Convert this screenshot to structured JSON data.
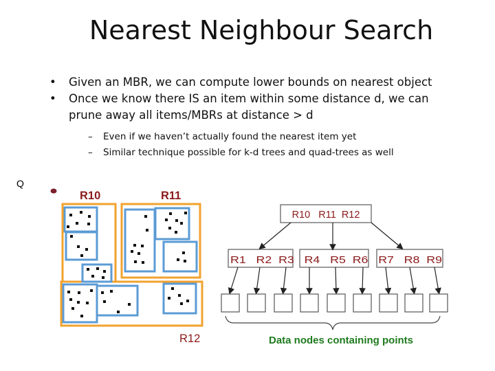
{
  "title": "Nearest Neighbour Search",
  "bullets": [
    "Given an MBR, we can compute lower bounds on nearest object",
    "Once we know there IS an item within some distance d, we can prune away all items/MBRs at distance > d"
  ],
  "sub_bullets": [
    "Even if we haven’t actually found the nearest item yet",
    "Similar technique possible for k-d trees and quad-trees as well"
  ],
  "bullet_glyph": "•",
  "dash_glyph": "–",
  "labels": {
    "query": "Q",
    "r10": "R10",
    "r11": "R11",
    "r12": "R12",
    "root_node": "R10   R11  R12",
    "child_node": "R1   R2  R3   R4   R5  R6   R7   R8  R9",
    "data_caption": "Data nodes containing points"
  },
  "colors": {
    "outer_mbr": "#F2A22E",
    "inner_mbr": "#5B9BD5",
    "point": "#111111",
    "query_point": "#7B1F2A",
    "label_orange": "#C0504D",
    "text": "#000000"
  }
}
